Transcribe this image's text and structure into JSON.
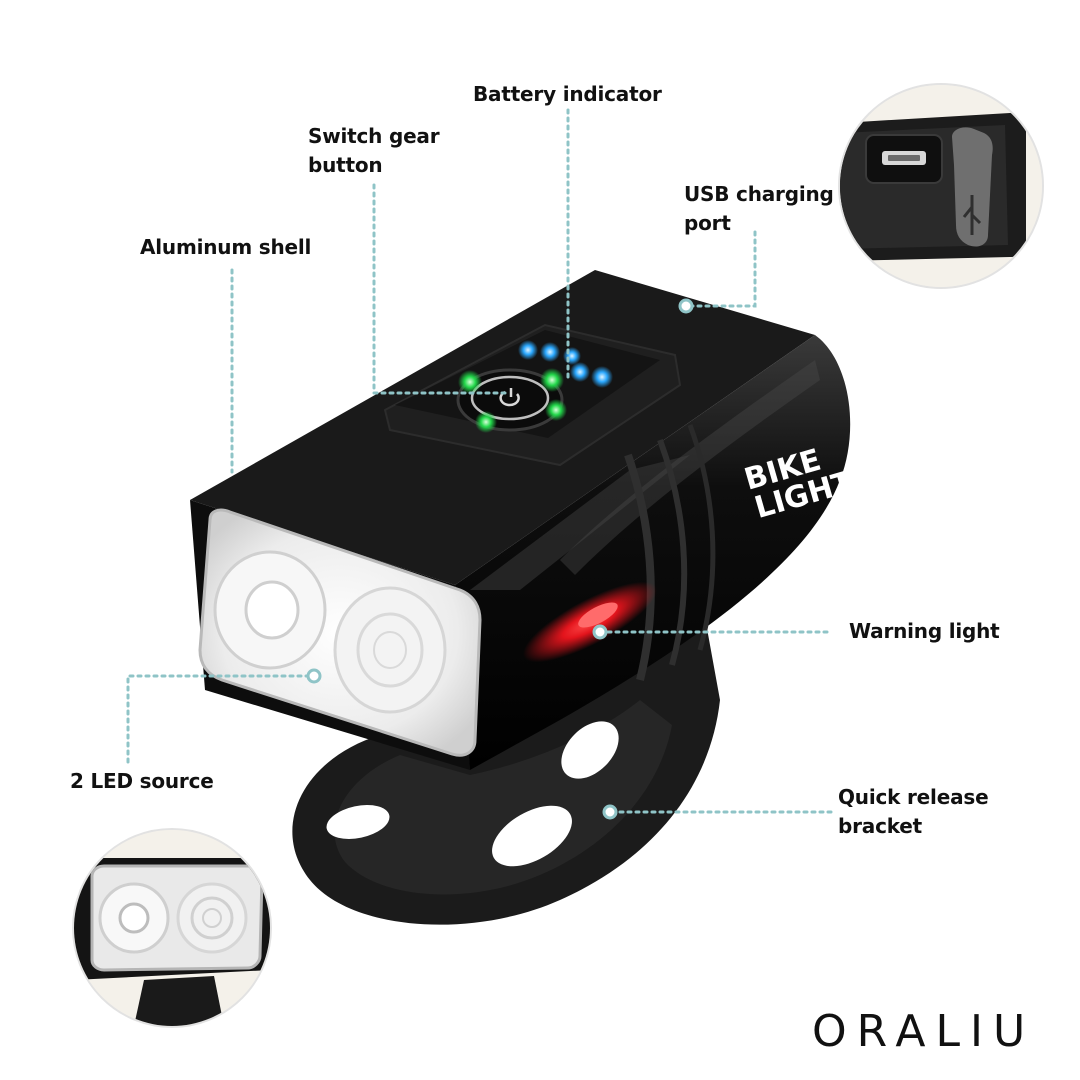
{
  "callouts": {
    "battery_indicator": "Battery indicator",
    "switch_gear_button": "Switch gear\nbutton",
    "usb_charging_port": "USB charging\nport",
    "aluminum_shell": "Aluminum shell",
    "warning_light": "Warning light",
    "led_source": "2 LED source",
    "quick_release_bracket": "Quick release\nbracket"
  },
  "product": {
    "printed_text_line1": "BIKE",
    "printed_text_line2": "LIGHT"
  },
  "brand": {
    "logo_text": "ORALIU"
  },
  "colors": {
    "callout_line": "#8fc4c7",
    "body": "#141414",
    "bracket": "#1e1e1e",
    "warning_red": "#e3141c",
    "indicator_green": "#22d84a",
    "indicator_blue": "#2aa8ff"
  }
}
